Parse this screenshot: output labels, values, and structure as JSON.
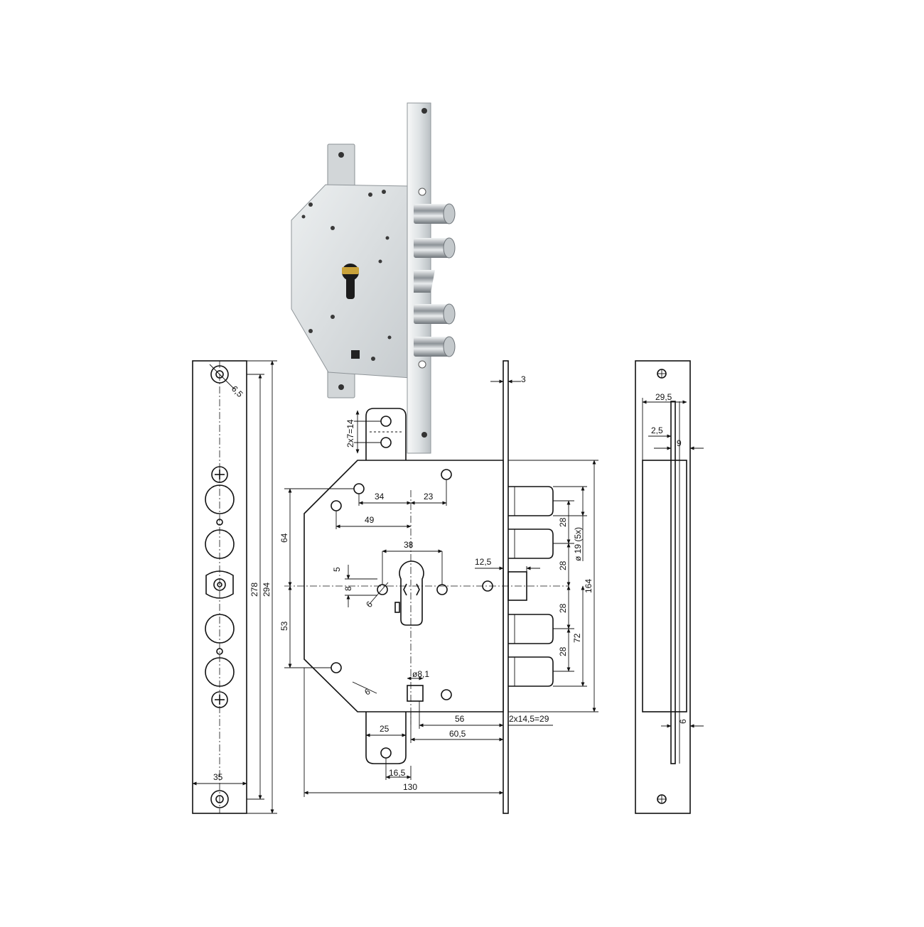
{
  "drawing": {
    "colors": {
      "line": "#111111",
      "background": "#ffffff",
      "plate": "#d8dcde",
      "steel": "#b8bec2"
    },
    "left_view": {
      "dim_width": "35",
      "dim_hole_spacing": "278",
      "dim_length": "294",
      "dim_hole": "6,5"
    },
    "front_view": {
      "dim_keeper_top": "2x7=14",
      "dim_faceplate": "3",
      "dim_34": "34",
      "dim_23": "23",
      "dim_49": "49",
      "dim_38": "38",
      "dim_64": "64",
      "dim_53": "53",
      "dim_5": "5",
      "dim_8": "8",
      "dim_6a": "6",
      "dim_6b": "6",
      "dim_125": "12,5",
      "dim_bolt_pitch": [
        "28",
        "28",
        "28",
        "28"
      ],
      "dim_bolt_dia": "ø 19 (5x)",
      "dim_72": "72",
      "dim_164": "164",
      "dim_81": "ø8,1",
      "dim_56": "56",
      "dim_605": "60,5",
      "dim_throw": "2x14,5=29",
      "dim_25": "25",
      "dim_165": "16,5",
      "dim_130": "130"
    },
    "right_view": {
      "dim_295": "29,5",
      "dim_25": "2,5",
      "dim_9": "9",
      "dim_6": "6"
    }
  }
}
